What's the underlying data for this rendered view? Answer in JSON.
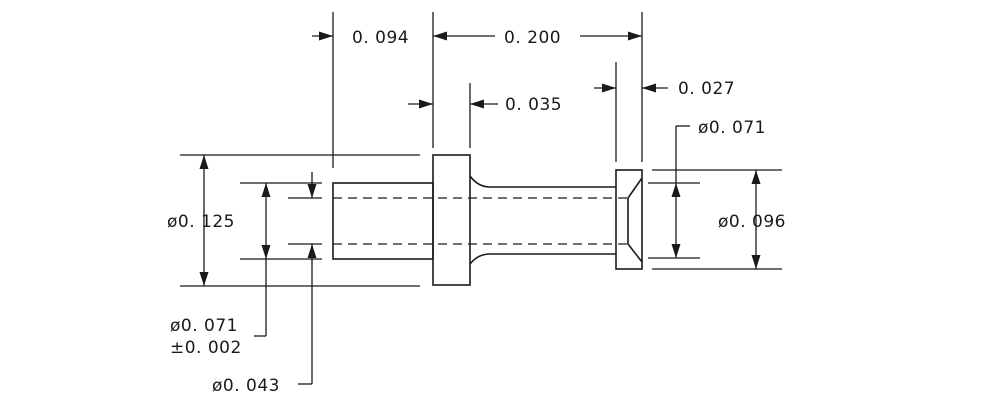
{
  "drawing": {
    "line_color": "#1a1a1a",
    "background": "#ffffff",
    "dimensions": {
      "collar_offset": "0. 094",
      "overall_length": "0. 200",
      "collar_width": "0. 035",
      "end_flange_width": "0. 027",
      "end_diameter": "ø0. 071",
      "collar_diameter": "ø0. 125",
      "flange_diameter": "ø0. 096",
      "bore_diameter": "ø0. 071",
      "bore_tolerance": "±0. 002",
      "inner_bore_diameter": "ø0. 043"
    }
  }
}
